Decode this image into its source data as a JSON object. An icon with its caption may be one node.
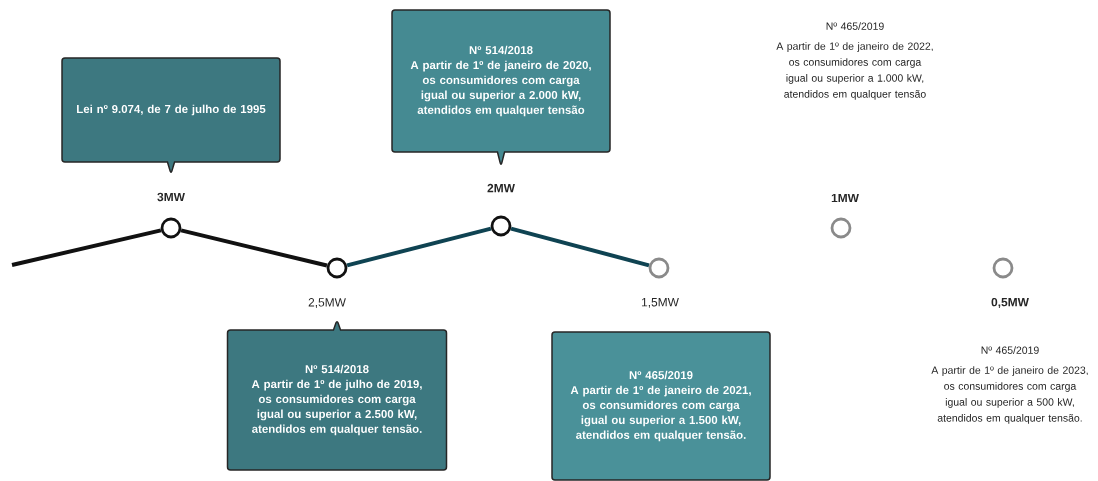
{
  "diagram": {
    "nodes": [
      {
        "text": [
          "Lei nº 9.074, de 7 de julho de 1995"
        ]
      },
      {
        "text": [],
        "shape": "circle",
        "beside": [
          "3MW"
        ]
      },
      {
        "text": [],
        "shape": "circle",
        "beside": [
          "2,5MW"
        ]
      },
      {
        "text": [
          "Nº 514/2018",
          "A partir de 1º de julho de 2019, os consumidores com carga igual ou superior a 2.500 kW, atendidos em qualquer tensão."
        ]
      },
      {
        "text": [
          "Nº 514/2018",
          "A partir de 1º de janeiro de 2020, os consumidores com carga igual ou superior a 2.000 kW, atendidos em qualquer tensão"
        ]
      },
      {
        "text": [],
        "shape": "circle",
        "beside": [
          "2MW"
        ]
      },
      {
        "text": [],
        "shape": "circle",
        "beside": [
          "1,5MW"
        ]
      },
      {
        "text": [
          "Nº 465/2019",
          "A partir de 1º de janeiro de 2021, os consumidores com carga igual ou superior a 1.500 kW, atendidos em qualquer tensão."
        ]
      },
      {
        "text": [],
        "shape": "circle",
        "beside": [
          "1MW"
        ]
      },
      {
        "text": [],
        "shape": "circle",
        "beside": [
          "0,5MW"
        ]
      }
    ],
    "edges": [
      {
        "from": null,
        "to": 1,
        "arrow": "none"
      },
      {
        "from": 1,
        "to": 2,
        "arrow": "none"
      },
      {
        "from": 2,
        "to": 5,
        "arrow": "none",
        "color": "#0f4352"
      },
      {
        "from": 5,
        "to": 6,
        "arrow": "none",
        "color": "#0f4352"
      }
    ],
    "labels": [
      "Nº 465/2019",
      "A partir de 1º de janeiro de 2022, os consumidores com carga igual ou superior a 1.000 kW, atendidos em qualquer tensão",
      "Nº 465/2019",
      "A partir de 1º de janeiro de 2023, os consumidores com carga igual ou superior a 500 kW, atendidos em qualquer tensão."
    ]
  }
}
